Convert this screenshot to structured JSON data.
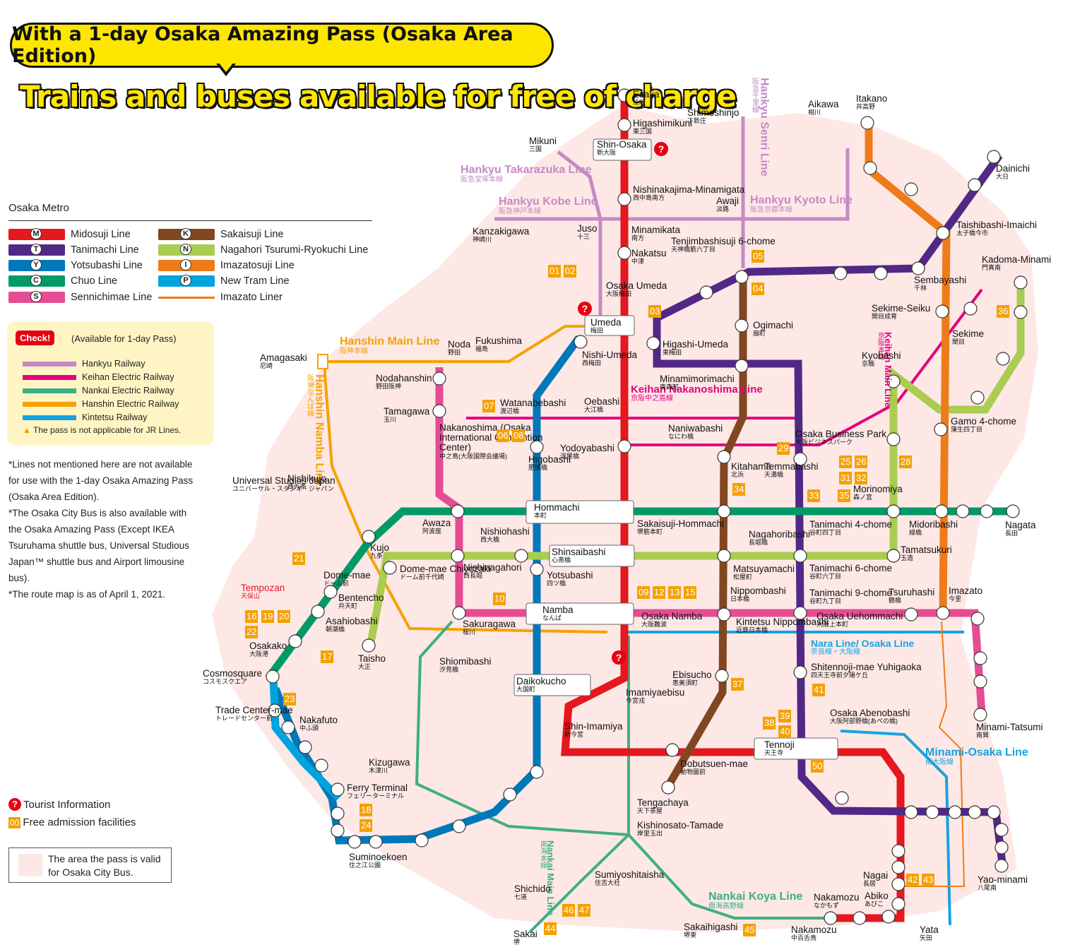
{
  "header": {
    "bubble_text": "With a 1-day Osaka Amazing Pass (Osaka Area Edition)",
    "headline": "Trains and buses available for free of charge"
  },
  "legend": {
    "title": "Osaka Metro",
    "metro_lines": [
      {
        "letter": "M",
        "name": "Midosuji Line",
        "color": "#e5171f"
      },
      {
        "letter": "T",
        "name": "Tanimachi Line",
        "color": "#522886"
      },
      {
        "letter": "Y",
        "name": "Yotsubashi Line",
        "color": "#0078ba"
      },
      {
        "letter": "C",
        "name": "Chuo Line",
        "color": "#019a66"
      },
      {
        "letter": "S",
        "name": "Sennichimae Line",
        "color": "#e44d93"
      },
      {
        "letter": "K",
        "name": "Sakaisuji Line",
        "color": "#814721"
      },
      {
        "letter": "N",
        "name": "Nagahori Tsurumi-Ryokuchi Line",
        "color": "#a9cc51"
      },
      {
        "letter": "I",
        "name": "Imazatosuji Line",
        "color": "#ee7b1a"
      },
      {
        "letter": "P",
        "name": "New Tram Line",
        "color": "#00a3de"
      },
      {
        "letter": "",
        "name": "Imazato Liner",
        "color": "#ee7b1a"
      }
    ],
    "check_badge": "Check!",
    "check_title": "(Available for 1-day Pass)",
    "railways": [
      {
        "name": "Hankyu Railway",
        "color": "#c58ac4"
      },
      {
        "name": "Keihan Electric Railway",
        "color": "#e4007f"
      },
      {
        "name": "Nankai Electric Railway",
        "color": "#3fae85"
      },
      {
        "name": "Hanshin Electric Railway",
        "color": "#f5a200"
      },
      {
        "name": "Kintetsu Railway",
        "color": "#17a3e0"
      }
    ],
    "warning": "The pass is not applicable for JR Lines.",
    "notes": [
      "*Lines not mentioned here are not available for use with the 1-day Osaka Amazing Pass (Osaka Area Edition).",
      "*The Osaka City Bus is also available with the Osaka Amazing Pass (Except IKEA Tsuruhama shuttle bus, Universal Studious Japan™ shuttle bus and Airport limousine bus).",
      "*The route map is as of April 1, 2021."
    ],
    "tourist_info": "Tourist Information",
    "free_admission": "Free admission facilities",
    "free_badge": "00",
    "area_note": "The area the pass is valid for Osaka City Bus."
  },
  "railway_labels": [
    {
      "en": "Hankyu Takarazuka Line",
      "jp": "阪急宝塚本線",
      "color": "#c58ac4"
    },
    {
      "en": "Hankyu Kobe Line",
      "jp": "阪急神戸本線",
      "color": "#c58ac4"
    },
    {
      "en": "Hankyu Kyoto Line",
      "jp": "阪急京都本線",
      "color": "#c58ac4"
    },
    {
      "en": "Hankyu Senri Line",
      "jp": "阪急千里線",
      "color": "#c58ac4"
    },
    {
      "en": "Hanshin Main Line",
      "jp": "阪神本線",
      "color": "#f5a200"
    },
    {
      "en": "Hanshin Namba Line",
      "jp": "阪神なんば線",
      "color": "#f5a200"
    },
    {
      "en": "Keihan Nakanoshima Line",
      "jp": "京阪中之島線",
      "color": "#e4007f"
    },
    {
      "en": "Keihan Main Line",
      "jp": "京阪本線",
      "color": "#e4007f"
    },
    {
      "en": "Nara Line/ Osaka Line",
      "jp": "奈良線・大阪線",
      "color": "#17a3e0"
    },
    {
      "en": "Minami-Osaka Line",
      "jp": "南大阪線",
      "color": "#17a3e0"
    },
    {
      "en": "Nankai Main Line",
      "jp": "南海本線",
      "color": "#3fae85"
    },
    {
      "en": "Nankai Koya Line",
      "jp": "南海高野線",
      "color": "#3fae85"
    }
  ],
  "stations": [
    {
      "en": "Esaka",
      "jp": "江坂"
    },
    {
      "en": "Higashimikuni",
      "jp": "東三国"
    },
    {
      "en": "Shin-Osaka",
      "jp": "新大阪"
    },
    {
      "en": "Nishinakajima-Minamigata",
      "jp": "西中島南方"
    },
    {
      "en": "Minamikata",
      "jp": "南方"
    },
    {
      "en": "Nakatsu",
      "jp": "中津"
    },
    {
      "en": "Umeda",
      "jp": "梅田"
    },
    {
      "en": "Yodoyabashi",
      "jp": "淀屋橋"
    },
    {
      "en": "Hommachi",
      "jp": "本町"
    },
    {
      "en": "Shinsaibashi",
      "jp": "心斎橋"
    },
    {
      "en": "Namba",
      "jp": "なんば"
    },
    {
      "en": "Daikokucho",
      "jp": "大国町"
    },
    {
      "en": "Dobutsuen-mae",
      "jp": "動物園前"
    },
    {
      "en": "Tennoji",
      "jp": "天王寺"
    },
    {
      "en": "Nagai",
      "jp": "長居"
    },
    {
      "en": "Abiko",
      "jp": "あびこ"
    },
    {
      "en": "Nakamozu",
      "jp": "なかもず"
    },
    {
      "en": "Shimoshinjo",
      "jp": "下新庄"
    },
    {
      "en": "Aikawa",
      "jp": "相川"
    },
    {
      "en": "Mikuni",
      "jp": "三国"
    },
    {
      "en": "Juso",
      "jp": "十三"
    },
    {
      "en": "Kanzakigawa",
      "jp": "神崎川"
    },
    {
      "en": "Awaji",
      "jp": "淡路"
    },
    {
      "en": "Tenjimbashisuji 6-chome",
      "jp": "天神橋筋六丁目"
    },
    {
      "en": "Osaka Umeda",
      "jp": "大阪梅田"
    },
    {
      "en": "Higashi-Umeda",
      "jp": "東梅田"
    },
    {
      "en": "Nishi-Umeda",
      "jp": "西梅田"
    },
    {
      "en": "Minamimorimachi",
      "jp": "南森町"
    },
    {
      "en": "Ogimachi",
      "jp": "扇町"
    },
    {
      "en": "Naniwabashi",
      "jp": "なにわ橋"
    },
    {
      "en": "Kitahama",
      "jp": "北浜"
    },
    {
      "en": "Temmabashi",
      "jp": "天満橋"
    },
    {
      "en": "Osaka Business Park",
      "jp": "大阪ビジネスパーク"
    },
    {
      "en": "Morinomiya",
      "jp": "森ノ宮"
    },
    {
      "en": "Tanimachi 4-chome",
      "jp": "谷町四丁目"
    },
    {
      "en": "Tanimachi 6-chome",
      "jp": "谷町六丁目"
    },
    {
      "en": "Tanimachi 9-chome",
      "jp": "谷町九丁目"
    },
    {
      "en": "Sakaisuji-Hommachi",
      "jp": "堺筋本町"
    },
    {
      "en": "Nagahoribashi",
      "jp": "長堀橋"
    },
    {
      "en": "Matsuyamachi",
      "jp": "松屋町"
    },
    {
      "en": "Nippombashi",
      "jp": "日本橋"
    },
    {
      "en": "Kintetsu Nippombashi",
      "jp": "近鉄日本橋"
    },
    {
      "en": "Osaka Namba",
      "jp": "大阪難波"
    },
    {
      "en": "Ebisucho",
      "jp": "恵美須町"
    },
    {
      "en": "Imamiyaebisu",
      "jp": "今宮戎"
    },
    {
      "en": "Shin-Imamiya",
      "jp": "新今宮"
    },
    {
      "en": "Tengachaya",
      "jp": "天下茶屋"
    },
    {
      "en": "Kishinosato-Tamade",
      "jp": "岸里玉出"
    },
    {
      "en": "Sumiyoshitaisha",
      "jp": "住吉大社"
    },
    {
      "en": "Shichido",
      "jp": "七道"
    },
    {
      "en": "Sakai",
      "jp": "堺"
    },
    {
      "en": "Sakaihigashi",
      "jp": "堺東"
    },
    {
      "en": "Nakamozu",
      "jp": "中百舌鳥"
    },
    {
      "en": "Itakano",
      "jp": "井高野"
    },
    {
      "en": "Dainichi",
      "jp": "大日"
    },
    {
      "en": "Taishibashi-Imaichi",
      "jp": "太子橋今市"
    },
    {
      "en": "Sembayashi",
      "jp": "千林"
    },
    {
      "en": "Kadoma-Minami",
      "jp": "門真南"
    },
    {
      "en": "Sekime-Seiku",
      "jp": "関目成育"
    },
    {
      "en": "Sekime",
      "jp": "関目"
    },
    {
      "en": "Kyobashi",
      "jp": "京橋"
    },
    {
      "en": "Gamo 4-chome",
      "jp": "蒲生四丁目"
    },
    {
      "en": "Midoribashi",
      "jp": "緑橋"
    },
    {
      "en": "Tamatsukuri",
      "jp": "玉造"
    },
    {
      "en": "Nagata",
      "jp": "長田"
    },
    {
      "en": "Imazato",
      "jp": "今里"
    },
    {
      "en": "Tsuruhashi",
      "jp": "鶴橋"
    },
    {
      "en": "Osaka Uehommachi",
      "jp": "大阪上本町"
    },
    {
      "en": "Shitennoji-mae Yuhigaoka",
      "jp": "四天王寺前夕陽ケ丘"
    },
    {
      "en": "Minami-Tatsumi",
      "jp": "南巽"
    },
    {
      "en": "Osaka Abenobashi",
      "jp": "大阪阿部野橋(あべの橋)"
    },
    {
      "en": "Yao-minami",
      "jp": "八尾南"
    },
    {
      "en": "Yata",
      "jp": "矢田"
    },
    {
      "en": "Amagasaki",
      "jp": "尼崎"
    },
    {
      "en": "Noda",
      "jp": "野田"
    },
    {
      "en": "Fukushima",
      "jp": "福島"
    },
    {
      "en": "Nodahanshin",
      "jp": "野田阪神"
    },
    {
      "en": "Tamagawa",
      "jp": "玉川"
    },
    {
      "en": "Watanabebashi",
      "jp": "渡辺橋"
    },
    {
      "en": "Oebashi",
      "jp": "大江橋"
    },
    {
      "en": "Nakanoshima (Osaka International Convention Center)",
      "jp": "中之島(大阪国際会議場)"
    },
    {
      "en": "Higobashi",
      "jp": "肥後橋"
    },
    {
      "en": "Nishikujo",
      "jp": "西九条"
    },
    {
      "en": "Universal Studios Japan",
      "jp": "ユニバーサル・スタジオ・ジャパン"
    },
    {
      "en": "Awaza",
      "jp": "阿波座"
    },
    {
      "en": "Nishiohashi",
      "jp": "西大橋"
    },
    {
      "en": "Kujo",
      "jp": "九条"
    },
    {
      "en": "Dome-mae",
      "jp": "ドーム前"
    },
    {
      "en": "Dome-mae Chiyozaki",
      "jp": "ドーム前千代崎"
    },
    {
      "en": "Nishinagahori",
      "jp": "西長堀"
    },
    {
      "en": "Yotsubashi",
      "jp": "四ツ橋"
    },
    {
      "en": "Bentencho",
      "jp": "弁天町"
    },
    {
      "en": "Asahiobashi",
      "jp": "朝潮橋"
    },
    {
      "en": "Sakuragawa",
      "jp": "桜川"
    },
    {
      "en": "Shiomibashi",
      "jp": "汐見橋"
    },
    {
      "en": "Taisho",
      "jp": "大正"
    },
    {
      "en": "Tempozan",
      "jp": "天保山"
    },
    {
      "en": "Osakako",
      "jp": "大阪港"
    },
    {
      "en": "Cosmosquare",
      "jp": "コスモスクエア"
    },
    {
      "en": "Trade Center-mae",
      "jp": "トレードセンター前"
    },
    {
      "en": "Nakafuto",
      "jp": "中ふ頭"
    },
    {
      "en": "Ferry Terminal",
      "jp": "フェリーターミナル"
    },
    {
      "en": "Suminoekoen",
      "jp": "住之江公園"
    },
    {
      "en": "Kizugawa",
      "jp": "木津川"
    }
  ],
  "facility_numbers": [
    "01",
    "02",
    "03",
    "04",
    "05",
    "06",
    "07",
    "08",
    "09",
    "10",
    "12",
    "13",
    "15",
    "16",
    "17",
    "18",
    "19",
    "20",
    "21",
    "22",
    "23",
    "24",
    "25",
    "26",
    "28",
    "29",
    "31",
    "32",
    "33",
    "34",
    "35",
    "36",
    "37",
    "38",
    "39",
    "40",
    "41",
    "42",
    "43",
    "44",
    "45",
    "46",
    "47",
    "50"
  ]
}
